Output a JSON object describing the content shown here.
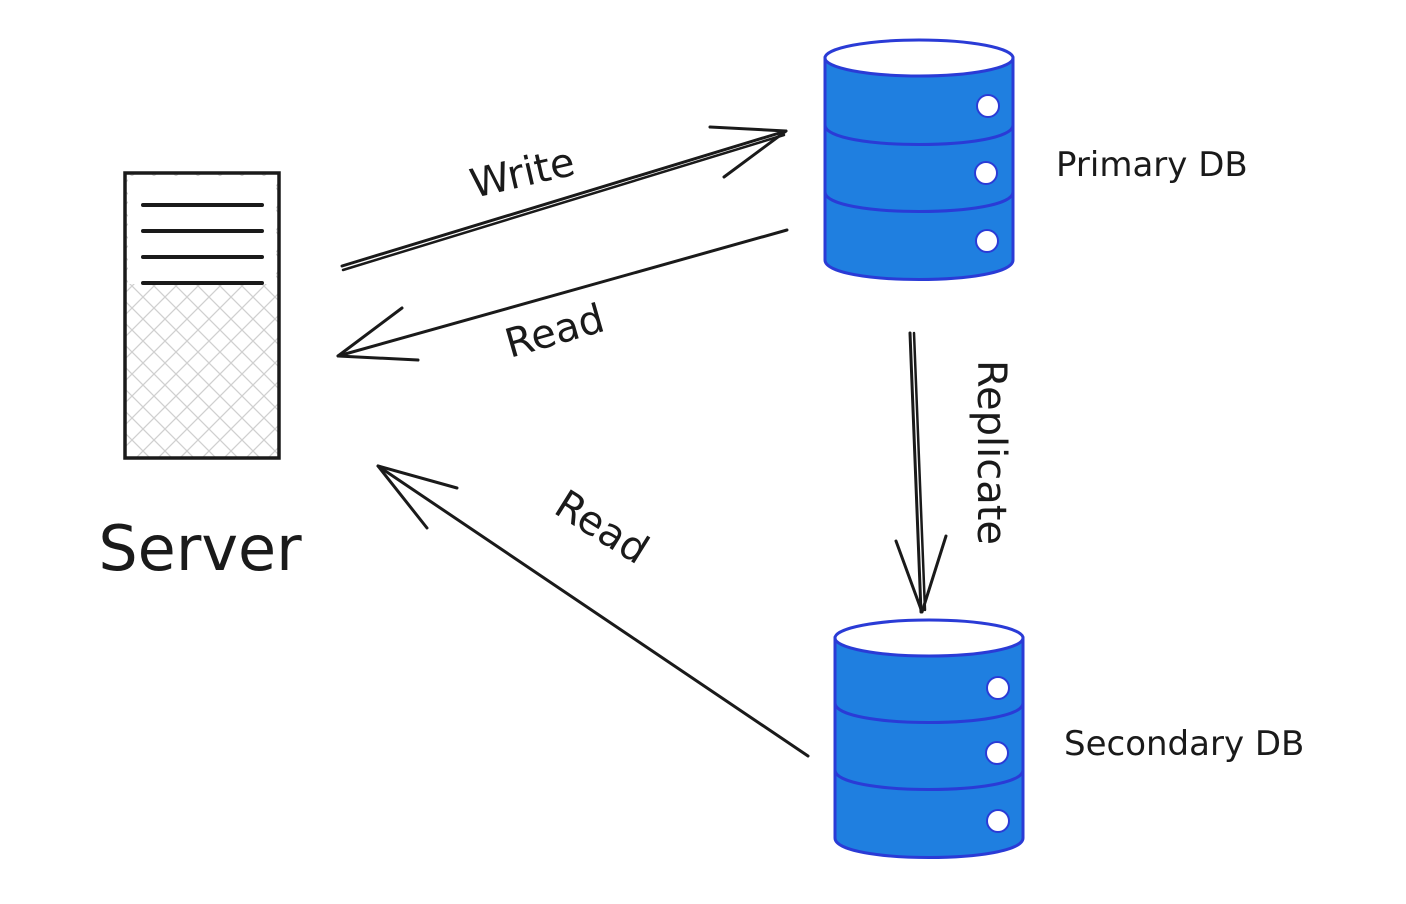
{
  "nodes": {
    "server": {
      "label": "Server",
      "icon": "server-icon"
    },
    "primary_db": {
      "label": "Primary DB",
      "icon": "database-icon"
    },
    "secondary_db": {
      "label": "Secondary DB",
      "icon": "database-icon"
    }
  },
  "edges": {
    "write": {
      "label": "Write",
      "from": "Server",
      "to": "Primary DB"
    },
    "read_primary": {
      "label": "Read",
      "from": "Primary DB",
      "to": "Server"
    },
    "replicate": {
      "label": "Replicate",
      "from": "Primary DB",
      "to": "Secondary DB"
    },
    "read_secondary": {
      "label": "Read",
      "from": "Secondary DB",
      "to": "Server"
    }
  },
  "colors": {
    "db_fill": "#1f7fe0",
    "db_stroke": "#2a3bd6",
    "ink": "#1a1a1a",
    "server_hatch": "#d0d0d0"
  }
}
